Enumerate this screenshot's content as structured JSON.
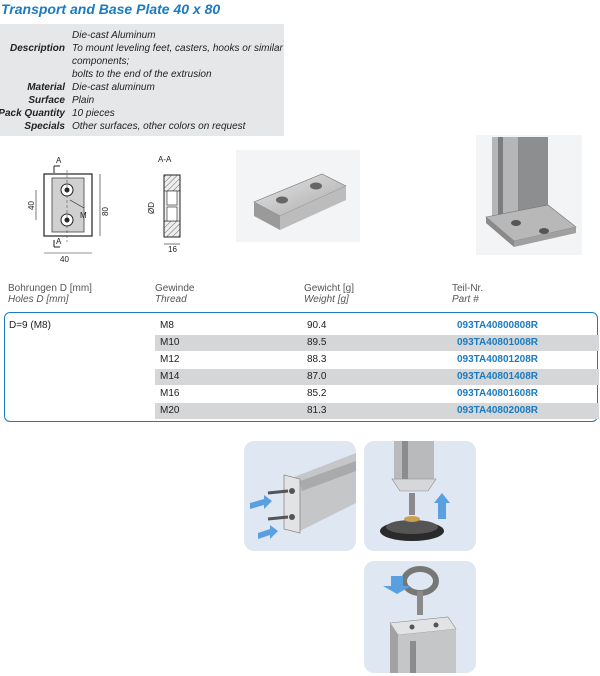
{
  "title": "Transport and Base Plate 40 x 80",
  "specs": [
    {
      "key": "",
      "value": "Die-cast Aluminum"
    },
    {
      "key": "Description",
      "value": "To mount leveling feet, casters, hooks or similar"
    },
    {
      "key": "",
      "value": "components;"
    },
    {
      "key": "",
      "value": "bolts to the end of the extrusion"
    },
    {
      "key": "Material",
      "value": "Die-cast aluminum"
    },
    {
      "key": "Surface",
      "value": "Plain"
    },
    {
      "key": "Pack Quantity",
      "value": "10 pieces"
    },
    {
      "key": "Specials",
      "value": "Other surfaces, other colors on request"
    }
  ],
  "drawing": {
    "section_mark": "A",
    "section_label": "A-A",
    "dim_height": "80",
    "dim_inner": "40",
    "dim_width": "40",
    "dim_thickness": "16",
    "dim_d": "ØD",
    "dim_m": "M"
  },
  "table": {
    "headers": [
      {
        "de": "Bohrungen D [mm]",
        "en": "Holes D [mm]"
      },
      {
        "de": "Gewinde",
        "en": "Thread"
      },
      {
        "de": "Gewicht [g]",
        "en": "Weight [g]"
      },
      {
        "de": "Teil-Nr.",
        "en": "Part #"
      }
    ],
    "holes": "D=9 (M8)",
    "rows": [
      {
        "thread": "M8",
        "weight": "90.4",
        "part": "093TA40800808R"
      },
      {
        "thread": "M10",
        "weight": "89.5",
        "part": "093TA40801008R"
      },
      {
        "thread": "M12",
        "weight": "88.3",
        "part": "093TA40801208R"
      },
      {
        "thread": "M14",
        "weight": "87.0",
        "part": "093TA40801408R"
      },
      {
        "thread": "M16",
        "weight": "85.2",
        "part": "093TA40801608R"
      },
      {
        "thread": "M20",
        "weight": "81.3",
        "part": "093TA40802008R"
      }
    ]
  },
  "colors": {
    "accent": "#1a7bc0",
    "spec_bg": "#e6e7e8",
    "row_shade": "#d4d6d8",
    "illustration_bg": "#dfe8f2"
  }
}
